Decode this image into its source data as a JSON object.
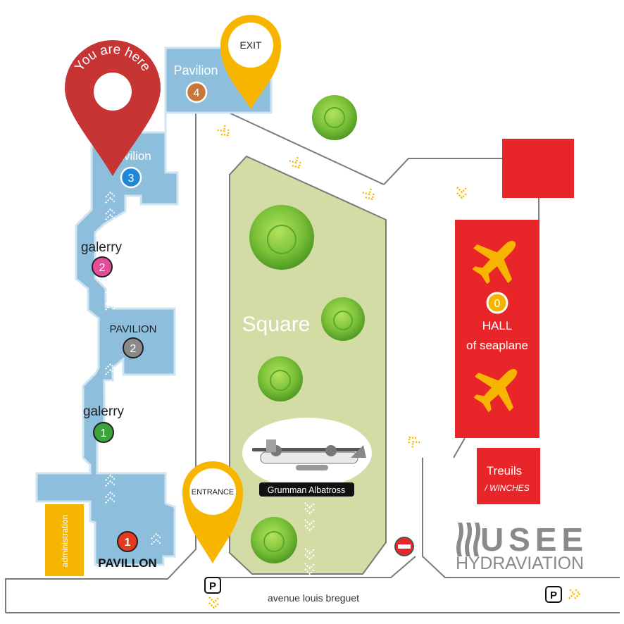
{
  "map": {
    "you_are_here": "You are here",
    "exit": "EXIT",
    "entrance": "ENTRANCE",
    "square": "Square",
    "plane_caption": "Grumman Albatross",
    "street": "avenue louis breguet",
    "parking_symbol": "P",
    "administration": "administration"
  },
  "areas": [
    {
      "label": "Pavilion",
      "number": "4",
      "color": "#c8763a"
    },
    {
      "label": "Pavilion",
      "number": "3",
      "color": "#1e88d6"
    },
    {
      "label": "galerry",
      "number": "2",
      "color": "#e64c99"
    },
    {
      "label": "PAVILION",
      "number": "2",
      "color": "#8a8a8a"
    },
    {
      "label": "galerry",
      "number": "1",
      "color": "#3aa43a"
    },
    {
      "label": "PAVILLON",
      "number": "1",
      "color": "#e53a1f"
    }
  ],
  "hall": {
    "number": "0",
    "line1": "HALL",
    "line2": "of seaplane",
    "badge_color": "#f4b400"
  },
  "treuils": {
    "line1": "Treuils",
    "line2": "/ WINCHES"
  },
  "logo": {
    "line1": "USEE",
    "line2": "HYDRAVIATION"
  },
  "colors": {
    "building": "#8dbfdd",
    "square": "#d3dca4",
    "hall": "#e8262a",
    "marker_yellow": "#f7b500",
    "marker_red": "#c73434",
    "admin": "#f4b400"
  },
  "icons": {
    "marker": "map-pin-icon",
    "no_entry": "no-entry-icon",
    "parking": "parking-icon",
    "airplane": "airplane-icon",
    "tree": "tree-icon",
    "arrows": "chevron-up-icon"
  }
}
